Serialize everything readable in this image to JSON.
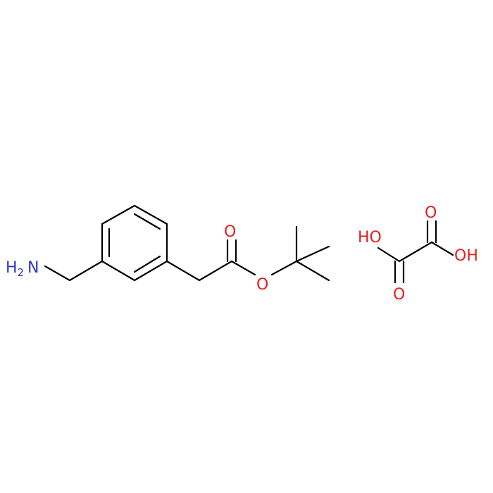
{
  "colors": {
    "bond": "#000000",
    "nitrogen": "#2a36c8",
    "oxygen": "#e0211e"
  },
  "labels": {
    "amine_h2": "H2",
    "amine_n": "N",
    "ester_carbonyl_o": "O",
    "ester_o": "O",
    "oxalic_oh_left": "HO",
    "oxalic_o_top": "O",
    "oxalic_oh_right": "OH",
    "oxalic_o_bottom": "O"
  }
}
